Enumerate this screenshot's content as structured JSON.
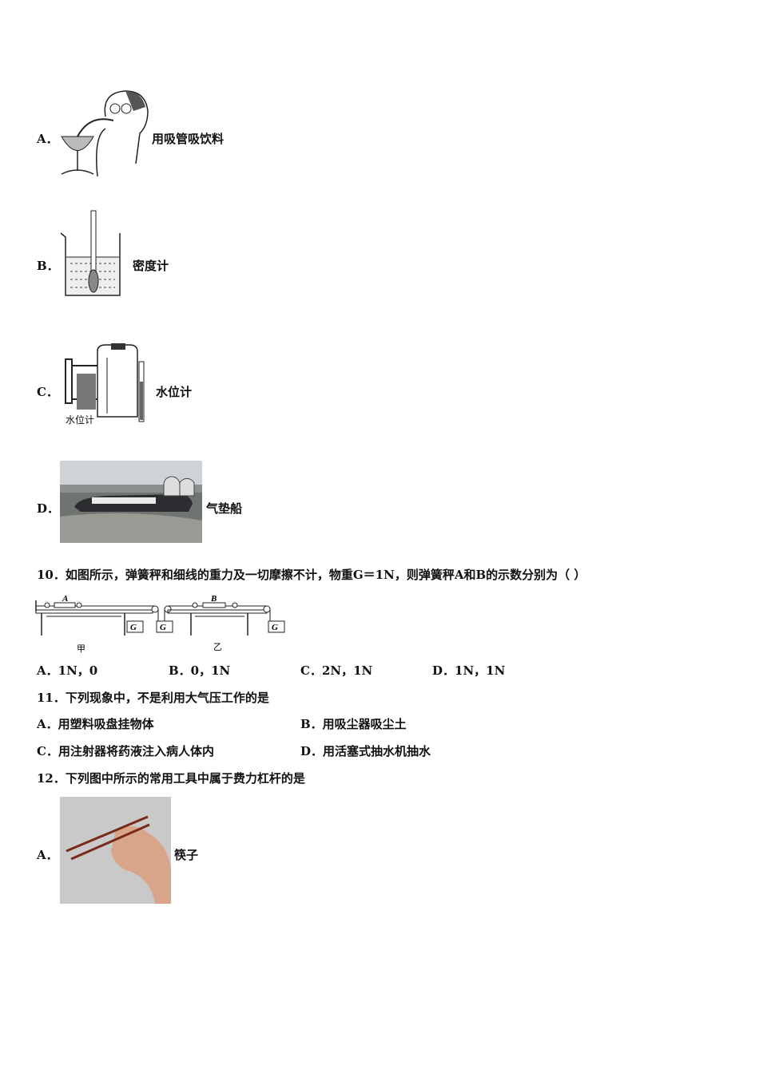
{
  "q9_options": [
    {
      "letter": "A．",
      "text": "用吸管吸饮料"
    },
    {
      "letter": "B．",
      "text": "密度计"
    },
    {
      "letter": "C．",
      "text": "水位计",
      "figure_label": "水位计"
    },
    {
      "letter": "D．",
      "text": "气垫船"
    }
  ],
  "q10": {
    "stem": "10．如图所示，弹簧秤和细线的重力及一切摩擦不计，物重G＝1N，则弹簧秤A和B的示数分别为（  ）",
    "figure": {
      "scale_a": "A",
      "scale_b": "B",
      "weight": "G",
      "left_caption": "甲",
      "right_caption": "乙"
    },
    "options": [
      "A．1N，0",
      "B．0，1N",
      "C．2N，1N",
      "D．1N，1N"
    ]
  },
  "q11": {
    "stem": "11．下列现象中，不是利用大气压工作的是",
    "options": [
      "A．用塑料吸盘挂物体",
      "B．用吸尘器吸尘土",
      "C．用注射器将药液注入病人体内",
      "D．用活塞式抽水机抽水"
    ]
  },
  "q12": {
    "stem": "12．下列图中所示的常用工具中属于费力杠杆的是",
    "options": [
      {
        "letter": "A．",
        "text": "筷子"
      }
    ]
  }
}
